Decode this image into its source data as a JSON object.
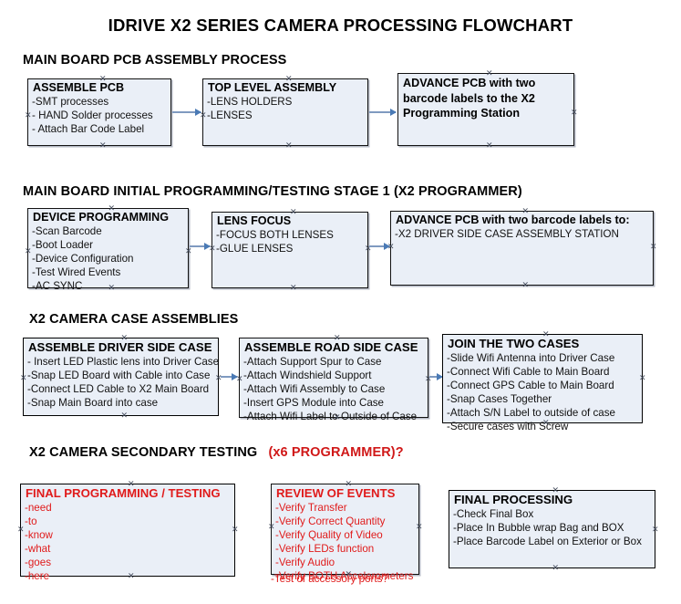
{
  "document": {
    "title": "IDRIVE X2  SERIES CAMERA PROCESSING FLOWCHART"
  },
  "colors": {
    "node_fill": "#eaeff7",
    "node_border": "#121212",
    "connector": "#7f9ac0",
    "arrowhead": "#4a7ab5",
    "accent_red": "#e01b1b",
    "text": "#000000",
    "background": "#ffffff"
  },
  "sections": [
    {
      "heading": "MAIN BOARD PCB ASSEMBLY PROCESS",
      "heading_accent": "",
      "nodes": [
        {
          "title": "ASSEMBLE PCB",
          "lines": [
            "-SMT processes",
            "- HAND Solder processes",
            "- Attach Bar Code Label"
          ]
        },
        {
          "title": "TOP LEVEL ASSEMBLY",
          "lines": [
            "-LENS HOLDERS",
            "-LENSES"
          ]
        },
        {
          "title": "ADVANCE PCB with two barcode labels to the  X2 Programming Station",
          "lines": []
        }
      ]
    },
    {
      "heading": "MAIN BOARD INITIAL PROGRAMMING/TESTING STAGE 1 (X2 PROGRAMMER)",
      "heading_accent": "",
      "nodes": [
        {
          "title": "DEVICE PROGRAMMING",
          "lines": [
            "-Scan Barcode",
            "-Boot Loader",
            "-Device Configuration",
            "-Test Wired Events",
            "-AC SYNC"
          ]
        },
        {
          "title": "LENS FOCUS",
          "lines": [
            "-FOCUS BOTH LENSES",
            "-GLUE LENSES"
          ]
        },
        {
          "title": "ADVANCE PCB with two barcode labels to:",
          "lines": [
            "-X2 DRIVER  SIDE  CASE  ASSEMBLY STATION"
          ]
        }
      ]
    },
    {
      "heading": "X2 CAMERA CASE ASSEMBLIES",
      "heading_accent": "",
      "nodes": [
        {
          "title": "ASSEMBLE DRIVER SIDE CASE",
          "lines": [
            "- Insert LED Plastic lens into Driver Case",
            "-Snap LED Board with Cable into Case",
            "-Connect LED Cable to X2 Main Board",
            "-Snap Main Board into case"
          ]
        },
        {
          "title": "ASSEMBLE ROAD SIDE CASE",
          "lines": [
            "-Attach Support Spur to Case",
            "-Attach Windshield Support",
            "-Attach Wifi Assembly to Case",
            "-Insert GPS Module into Case",
            "-Attach Wifi Label to Outside of Case"
          ]
        },
        {
          "title": "JOIN THE TWO CASES",
          "lines": [
            "-Slide Wifi Antenna into Driver Case",
            "-Connect Wifi Cable to Main Board",
            "-Connect GPS Cable to Main Board",
            "-Snap Cases Together",
            "-Attach S/N Label to outside of case",
            "-Secure cases with Screw"
          ]
        }
      ]
    },
    {
      "heading": "X2 CAMERA SECONDARY TESTING",
      "heading_accent": "(x6 PROGRAMMER)?",
      "nodes": [
        {
          "title": "FINAL PROGRAMMING / TESTING",
          "lines": [
            "-need",
            "-to",
            "-know",
            "-what",
            "-goes",
            "-here"
          ]
        },
        {
          "title": "REVIEW OF EVENTS",
          "lines": [
            "-Verify Transfer",
            "-Verify Correct Quantity",
            "-Verify Quality of Video",
            "-Verify LEDs function",
            "-Verify Audio",
            "-Verify BOTH Accelerometers"
          ],
          "overflow_line": "-Test of accessory ports?"
        },
        {
          "title": "FINAL PROCESSING",
          "lines": [
            " -Check Final Box",
            "-Place In Bubble wrap Bag and BOX",
            "-Place Barcode Label on Exterior or Box"
          ]
        }
      ]
    }
  ]
}
